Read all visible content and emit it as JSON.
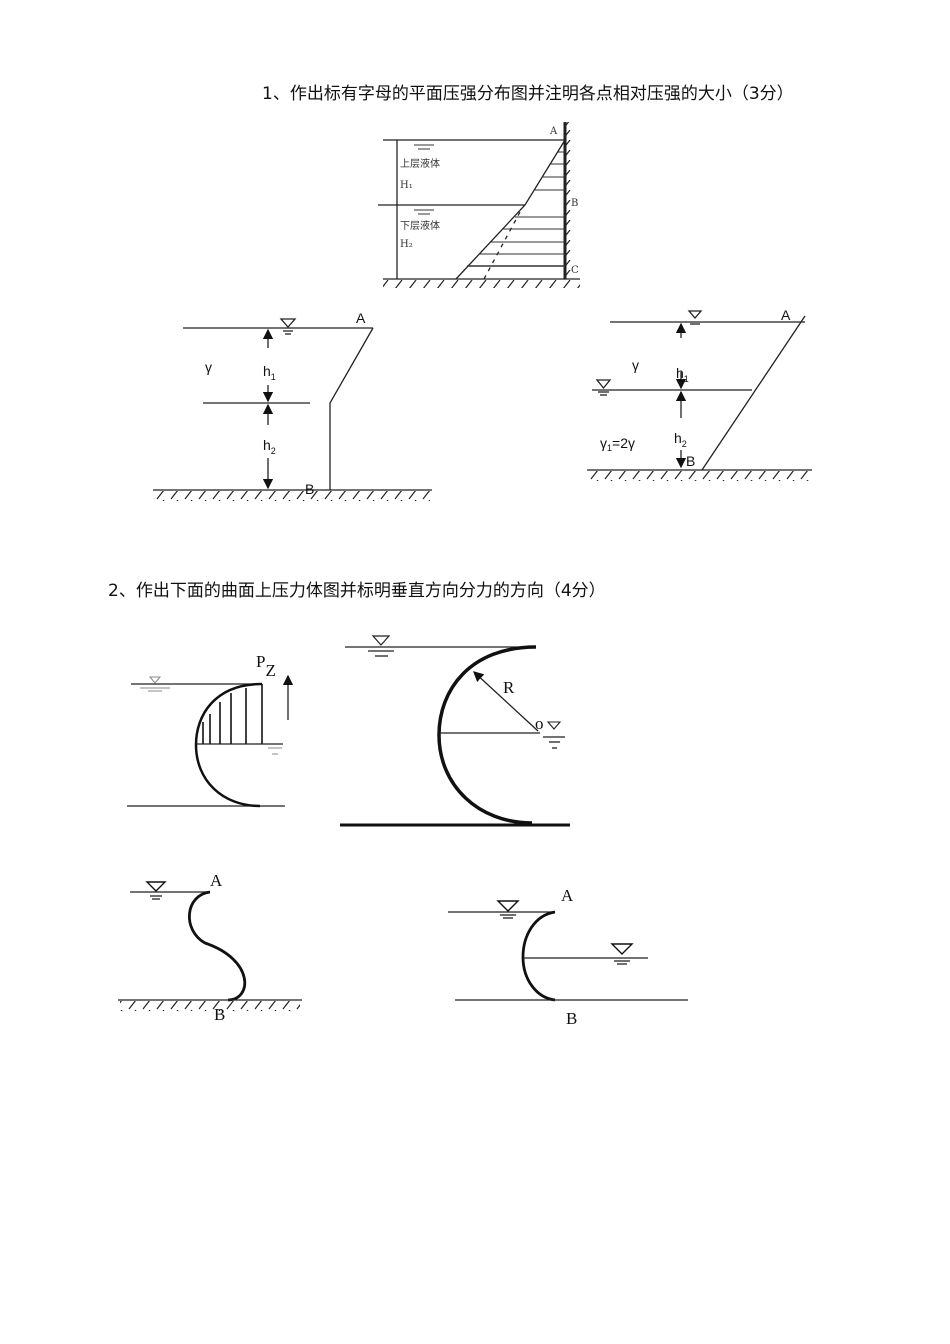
{
  "question1": {
    "text": "1、作出标有字母的平面压强分布图并注明各点相对压强的大小（3分）",
    "fig_a": {
      "upper_liquid": "上层液体",
      "lower_liquid": "下层液体",
      "h1": "H₁",
      "h2": "H₂",
      "A": "A",
      "B": "B",
      "C": "C"
    },
    "fig_b": {
      "A": "A",
      "B": "B",
      "gamma": "γ",
      "h1": "h",
      "h1_sub": "1",
      "h2": "h",
      "h2_sub": "2"
    },
    "fig_c": {
      "A": "A",
      "B": "B",
      "gamma": "γ",
      "gamma1": "γ",
      "gamma1_sub": "1",
      "gamma1_eq": "=2γ",
      "h1": "h",
      "h1_sub": "1",
      "h2": "h",
      "h2_sub": "2"
    }
  },
  "question2": {
    "text": "2、作出下面的曲面上压力体图并标明垂直方向分力的方向（4分）",
    "fig_d": {
      "pz": "P",
      "pz_sub": "Z"
    },
    "fig_e": {
      "R": "R",
      "O": "o"
    },
    "fig_f": {
      "A": "A",
      "B": "B"
    },
    "fig_g": {
      "A": "A",
      "B": "B"
    }
  }
}
